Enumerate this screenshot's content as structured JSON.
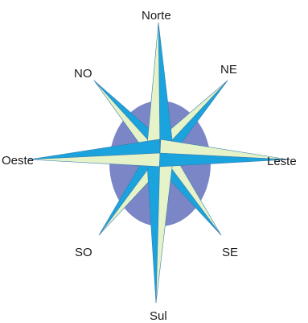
{
  "labels": {
    "north": "Norte",
    "northeast": "NE",
    "northwest": "NO",
    "west": "Oeste",
    "east": "Leste",
    "southwest": "SO",
    "southeast": "SE",
    "south": "Sul"
  },
  "colors": {
    "ellipse": "#7b86c7",
    "point_dark": "#1aa3dc",
    "point_light": "#e6f3c8",
    "outline": "#3a7fb0"
  }
}
